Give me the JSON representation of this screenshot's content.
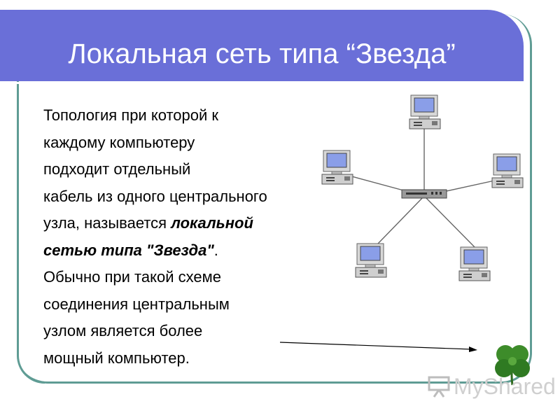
{
  "slide": {
    "title": "Локальная сеть типа “Звезда”",
    "body": {
      "lines": [
        "Топология при которой к",
        "каждому компьютеру",
        "подходит отдельный",
        "кабель из одного центрального",
        "узла, называется "
      ],
      "emph_line5": "локальной",
      "emph_line6": "сетью типа \"Звезда\"",
      "line6_tail": ".",
      "lines_after": [
        "Обычно при такой схеме",
        "соединения центральным",
        "узлом является более",
        "мощный компьютер."
      ]
    }
  },
  "watermark": {
    "text": "MyShared"
  },
  "colors": {
    "banner": "#6a6fd8",
    "frame": "#5f9c94",
    "text": "#000000"
  },
  "icons": [
    "computer-icon",
    "hub-icon",
    "clover-icon",
    "presentation-logo-icon"
  ]
}
